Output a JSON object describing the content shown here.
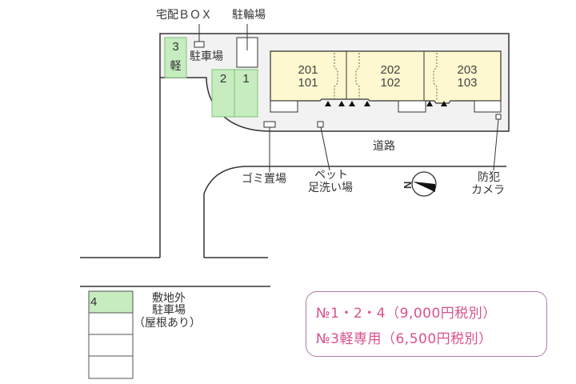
{
  "map": {
    "labels": {
      "delivery_box": "宅配ＢＯＸ",
      "bicycle_parking": "駐輪場",
      "parking": "駐車場",
      "road": "道路",
      "garbage": "ゴミ置場",
      "pet_wash_line1": "ペット",
      "pet_wash_line2": "足洗い場",
      "camera_line1": "防犯",
      "camera_line2": "カメラ",
      "offsite_line1": "敷地外",
      "offsite_line2": "駐車場",
      "offsite_line3": "（屋根あり）"
    },
    "parking_spots": [
      {
        "number": "3",
        "note": "軽"
      },
      {
        "number": "2"
      },
      {
        "number": "1"
      },
      {
        "number": "4"
      }
    ],
    "units": [
      {
        "upper": "201",
        "lower": "101"
      },
      {
        "upper": "202",
        "lower": "102"
      },
      {
        "upper": "203",
        "lower": "103"
      }
    ],
    "compass": {
      "icon": "north-arrow-icon",
      "label": "N"
    },
    "colors": {
      "parking_green": "#c6ecc0",
      "building_yellow": "#fdf8cf",
      "lot_gray": "#f2f2f2",
      "price_pink": "#d9528c",
      "price_border": "#b07ba4"
    }
  },
  "pricing": {
    "line1": "№1・2・4（9,000円税別）",
    "line2": "№3軽専用（6,500円税別）"
  }
}
